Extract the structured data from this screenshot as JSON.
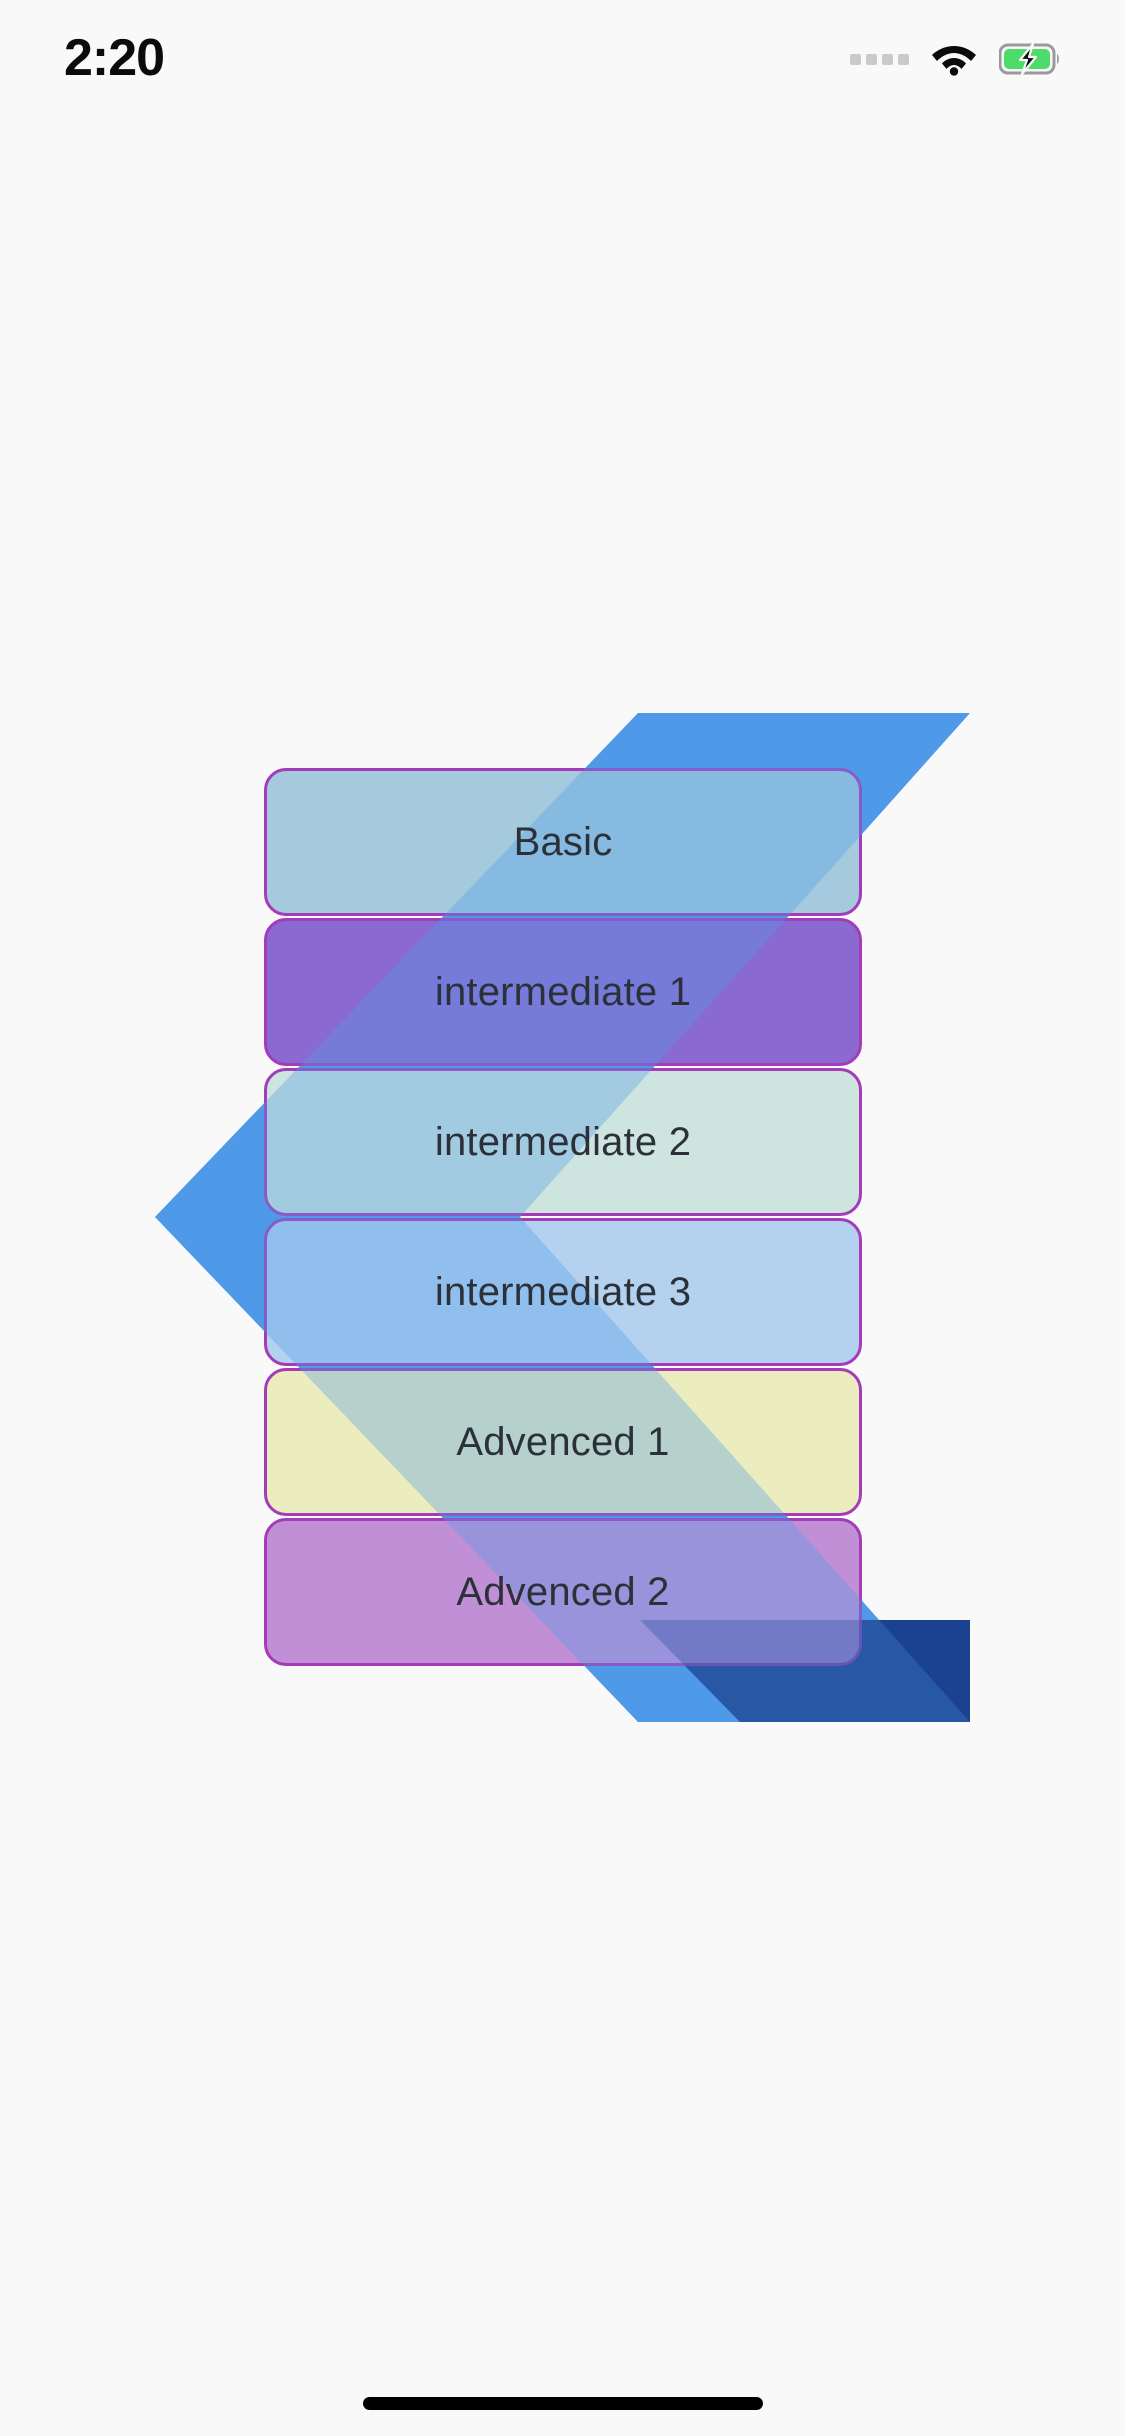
{
  "status_bar": {
    "time": "2:20",
    "signal_icon": "signal-dots-icon",
    "wifi_icon": "wifi-icon",
    "battery_icon": "battery-charging-icon",
    "battery_color": "#4ddc6a",
    "signal_dot_color": "#c9cace"
  },
  "theme": {
    "background": "#f9f9fa",
    "card_border": "#a43cb9",
    "card_text": "#2c3038",
    "band_blue": "#4e9ae8",
    "band_blue_dark": "#1c4391",
    "home_indicator": "#000000"
  },
  "cards": [
    {
      "label": "Basic",
      "fill": "#a5cade"
    },
    {
      "label": "intermediate 1",
      "fill": "#8a6ad0"
    },
    {
      "label": "intermediate 2",
      "fill": "#cde4df"
    },
    {
      "label": "intermediate 3",
      "fill": "#b4d2f0"
    },
    {
      "label": "Advenced 1",
      "fill": "#ecedbe"
    },
    {
      "label": "Advenced 2",
      "fill": "#c08fd6"
    }
  ],
  "decorations": {
    "band_top_right_label": "blue-diagonal-band-descending",
    "band_bottom_left_label": "blue-diagonal-band-ascending",
    "dark_band_label": "dark-blue-parallelogram"
  },
  "home_indicator": {
    "label": "home-indicator"
  }
}
